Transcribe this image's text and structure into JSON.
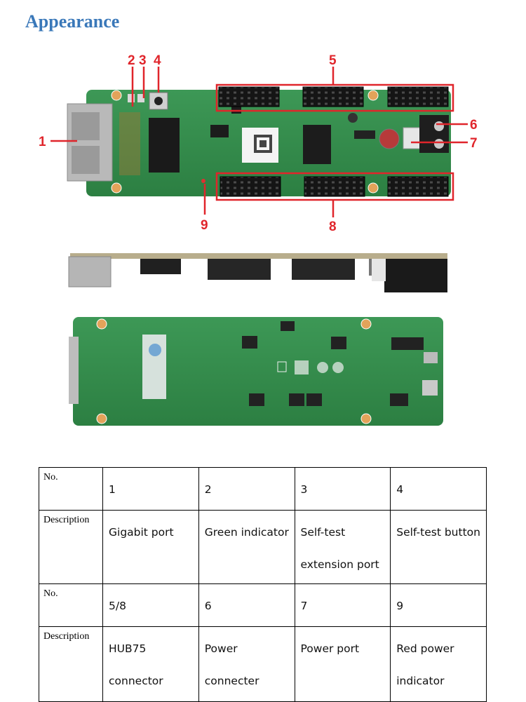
{
  "heading": "Appearance",
  "callouts": {
    "c1": "1",
    "c2": "2",
    "c3": "3",
    "c4": "4",
    "c5": "5",
    "c6": "6",
    "c7": "7",
    "c8": "8",
    "c9": "9"
  },
  "colors": {
    "heading": "#3a78b9",
    "callout": "#e0252b",
    "pcb": "#2f8a48"
  },
  "table": {
    "row1": {
      "label": "No.",
      "cells": [
        "1",
        "2",
        "3",
        "4"
      ]
    },
    "row2": {
      "label": "Description",
      "cells": [
        [
          "Gigabit port"
        ],
        [
          "Green indicator"
        ],
        [
          "Self-test",
          "extension port"
        ],
        [
          "Self-test button"
        ]
      ]
    },
    "row3": {
      "label": "No.",
      "cells": [
        "5/8",
        "6",
        "7",
        "9"
      ]
    },
    "row4": {
      "label": "Description",
      "cells": [
        [
          "HUB75",
          "connector"
        ],
        [
          "Power",
          "connecter"
        ],
        [
          "Power port"
        ],
        [
          "Red power",
          "indicator"
        ]
      ]
    }
  }
}
